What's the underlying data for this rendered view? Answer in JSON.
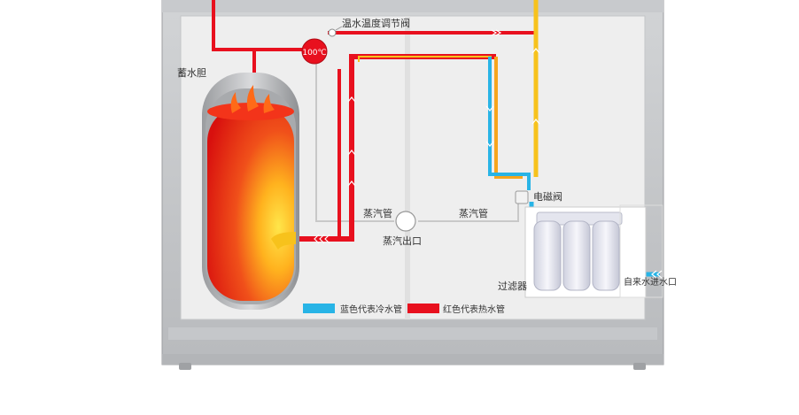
{
  "labels": {
    "valve": "温水温度调节阀",
    "temp": "100℃",
    "tank": "蓄水胆",
    "steam_left": "蒸汽管",
    "steam_right": "蒸汽管",
    "steam_outlet": "蒸汽出口",
    "solenoid": "电磁阀",
    "filter": "过滤器",
    "inlet": "自来水进水口"
  },
  "legend": {
    "cold": "蓝色代表冷水管",
    "hot": "红色代表热水管"
  },
  "colors": {
    "hot_pipe": "#e8101e",
    "cold_pipe": "#28b4e6",
    "warm_pipe": "#f7c21c",
    "steam_pipe": "#c8c8c8"
  }
}
